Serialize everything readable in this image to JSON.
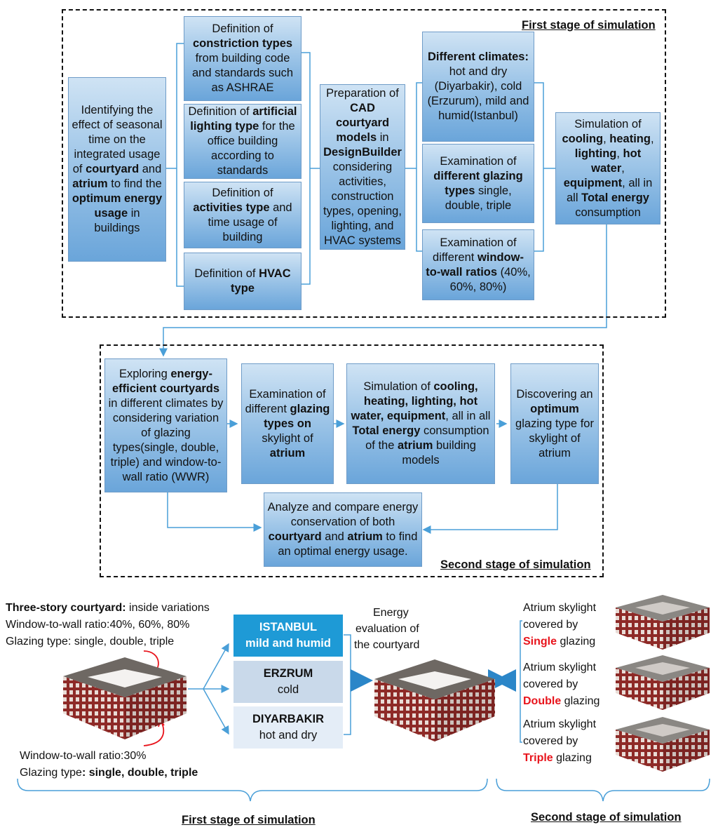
{
  "stage1": {
    "label": "First stage of simulation",
    "intro": [
      "Identifying the effect of seasonal time on the integrated usage of ",
      "courtyard",
      " and ",
      "atrium",
      " to find the ",
      "optimum energy usage",
      " in buildings"
    ],
    "defs": [
      [
        "Definition of ",
        "constriction types",
        " from building code and standards such as ASHRAE"
      ],
      [
        "Definition of ",
        "artificial lighting type",
        " for the office building according to standards"
      ],
      [
        "Definition of ",
        "activities type",
        " and time usage of building"
      ],
      [
        "Definition of ",
        "HVAC type",
        ""
      ]
    ],
    "prep": [
      "Preparation of ",
      "CAD courtyard models",
      " in ",
      "DesignBuilder",
      " considering activities, construction types, opening, lighting, and HVAC systems"
    ],
    "climates": [
      "",
      "Different climates:",
      " hot and dry (Diyarbakir), cold (Erzurum), mild and humid(Istanbul)"
    ],
    "glazing": [
      "Examination of ",
      "different glazing types",
      " single, double, triple"
    ],
    "wwr": [
      "Examination of different ",
      "window-to-wall ratios",
      " (40%, 60%, 80%)"
    ],
    "sim": [
      "Simulation of ",
      "cooling",
      ", ",
      "heating",
      ", ",
      "lighting",
      ", ",
      "hot water",
      ", ",
      "equipment",
      ", all in all ",
      "Total energy",
      " consumption"
    ]
  },
  "stage2": {
    "label": "Second stage of simulation",
    "explore": [
      "Exploring ",
      "energy-efficient courtyards",
      " in different climates by considering variation of glazing types(single, double, triple) and window-to-wall ratio (WWR)"
    ],
    "skylight": [
      "Examination of different ",
      "glazing types on",
      " skylight of ",
      "atrium",
      ""
    ],
    "sim": [
      "Simulation of ",
      "cooling, heating, lighting, hot water, equipment",
      ", all in all ",
      "Total energy",
      " consumption of the ",
      "atrium",
      " building models"
    ],
    "optimum": [
      "Discovering an ",
      "optimum",
      " glazing type for skylight of atrium"
    ],
    "analyze": [
      "Analyze and compare energy conservation of both ",
      "courtyard",
      " and ",
      "atrium",
      " to find an optimal energy usage."
    ]
  },
  "bottom": {
    "left_title_bold": "Three-story courtyard:",
    "left_title_rest": " inside variations",
    "left_wwr": "Window-to-wall ratio:40%, 60%, 80%",
    "left_glazing": "Glazing type: single, double, triple",
    "outer_wwr": "Window-to-wall ratio:30%",
    "outer_glazing_a": "Glazing type",
    "outer_glazing_b": ": single, double, triple",
    "cities": [
      {
        "name": "ISTANBUL",
        "climate": "mild and humid",
        "bg": "#1e9ad6",
        "fg": "#ffffff"
      },
      {
        "name": "ERZRUM",
        "climate": "cold",
        "bg": "#c9d9ea",
        "fg": "#111111"
      },
      {
        "name": "DIYARBAKIR",
        "climate": "hot and dry",
        "bg": "#e4edf7",
        "fg": "#111111"
      }
    ],
    "energy_eval": [
      "Energy",
      "evaluation of",
      "the courtyard"
    ],
    "skylights": [
      {
        "pre": "Atrium skylight",
        "mid": "covered by",
        "type": "Single",
        "post": " glazing"
      },
      {
        "pre": "Atrium skylight",
        "mid": "covered by",
        "type": "Double",
        "post": " glazing"
      },
      {
        "pre": "Atrium skylight",
        "mid": "covered by",
        "type": "Triple",
        "post": " glazing"
      }
    ],
    "stage1_label": "First stage of simulation",
    "stage2_label": "Second stage of simulation"
  },
  "colors": {
    "arrow": "#4a9fd8",
    "accent_red": "#e8141c",
    "box_top": "#cfe3f4",
    "box_bottom": "#6aa5da"
  }
}
